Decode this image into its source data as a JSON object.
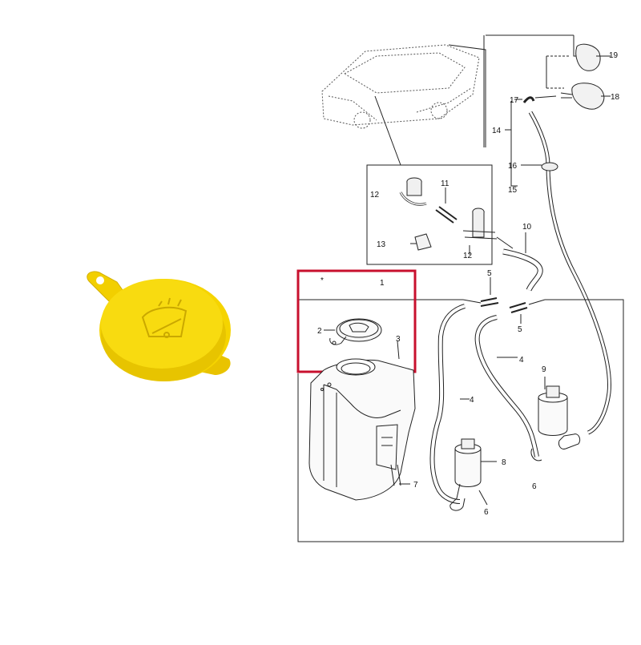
{
  "product": {
    "name": "washer-fluid-reservoir-cap",
    "color": "#f5d400",
    "icon": "windscreen-washer-symbol"
  },
  "diagram": {
    "line_color": "#222222",
    "highlight_color": "#c8102e",
    "callouts": {
      "n1": "1",
      "n2": "2",
      "n3": "3",
      "n4a": "4",
      "n4b": "4",
      "n5a": "5",
      "n5b": "5",
      "n6a": "6",
      "n6b": "6",
      "n7": "7",
      "n8": "8",
      "n9": "9",
      "n10": "10",
      "n11": "11",
      "n12a": "12",
      "n12b": "12",
      "n13": "13",
      "n14": "14",
      "n15": "15",
      "n16": "16",
      "n17": "17",
      "n18": "18",
      "n19": "19",
      "star": "*"
    }
  }
}
